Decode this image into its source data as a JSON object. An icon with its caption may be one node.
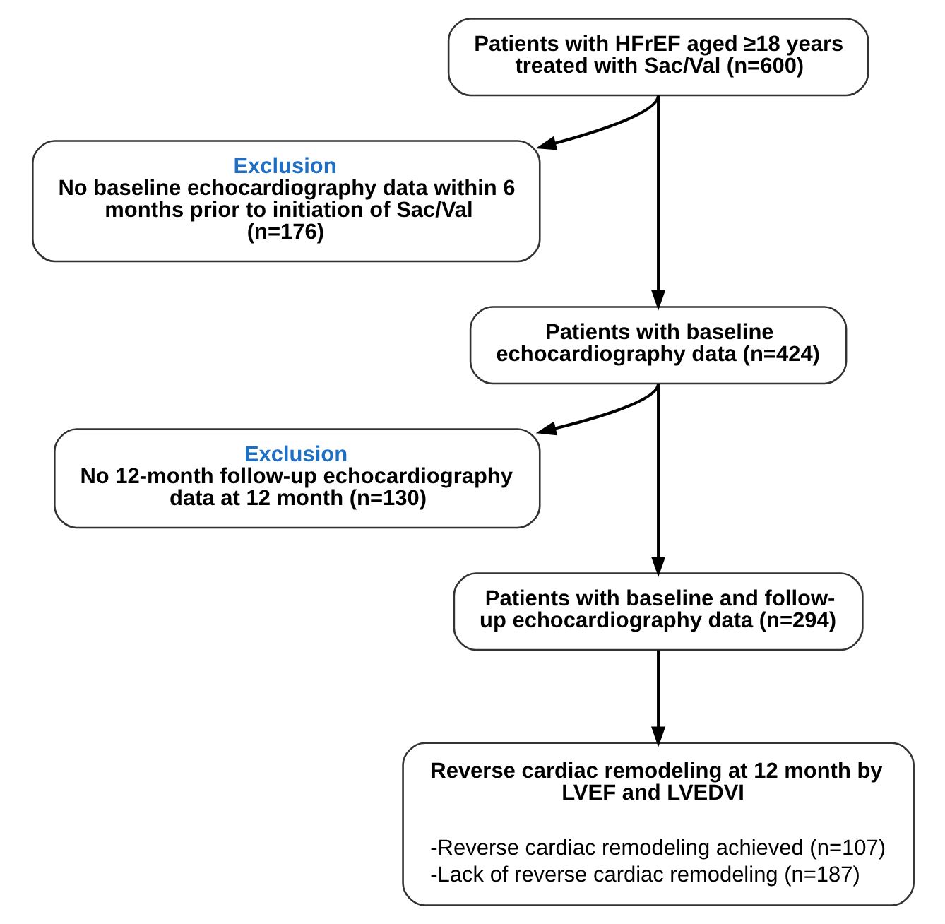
{
  "diagram": {
    "nodes": [
      {
        "text": [
          "Patients with HFrEF aged ≥18 years treated with Sac/Val (n=600)"
        ]
      },
      {
        "text": [
          "Exclusion",
          "No baseline echocardiography data within 6 months prior to initiation of Sac/Val (n=176)"
        ]
      },
      {
        "text": [
          "Patients with baseline echocardiography data (n=424)"
        ]
      },
      {
        "text": [
          "Exclusion",
          "No 12-month follow-up echocardiography data at 12 month (n=130)"
        ]
      },
      {
        "text": [
          "Patients with baseline and follow-up echocardiography data (n=294)"
        ]
      },
      {
        "text": [
          "Reverse cardiac remodeling at 12 month by LVEF and LVEDVI",
          "-Reverse cardiac remodeling achieved (n=107)",
          "-Lack of reverse cardiac remodeling (n=187)"
        ]
      }
    ],
    "edges": [
      {
        "from": 0,
        "to": 2,
        "arrow": "to"
      },
      {
        "from": 0,
        "to": 1,
        "arrow": "to"
      },
      {
        "from": 2,
        "to": 4,
        "arrow": "to"
      },
      {
        "from": 2,
        "to": 3,
        "arrow": "to"
      },
      {
        "from": 4,
        "to": 5,
        "arrow": "to"
      }
    ]
  }
}
